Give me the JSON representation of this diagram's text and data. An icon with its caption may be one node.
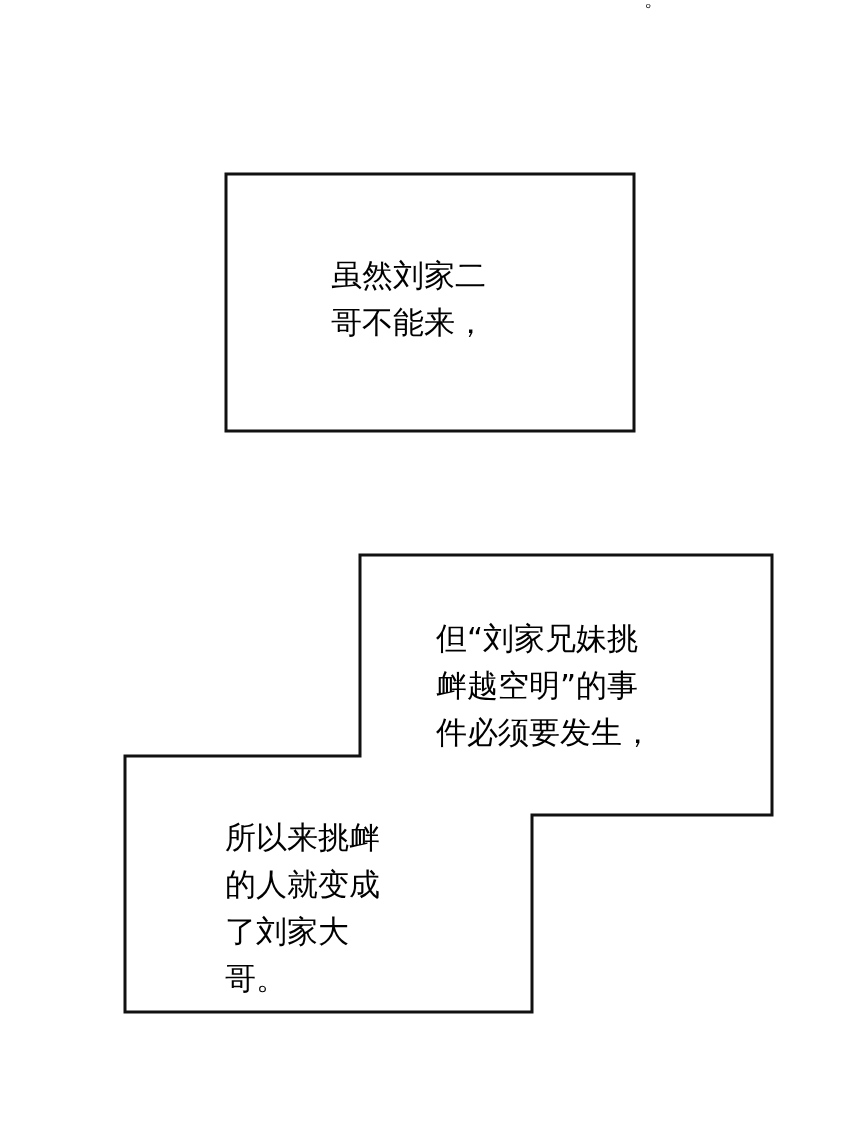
{
  "diagram": {
    "nodes": [
      {
        "text": [
          "虽然刘家二哥不能来，"
        ]
      },
      {
        "text": [
          "但“刘家兄妹挑衅越空明”的事件必须要发生，"
        ]
      },
      {
        "text": [
          "所以来挑衅的人就变成了刘家大哥。"
        ]
      }
    ],
    "labels": [
      "。"
    ]
  }
}
